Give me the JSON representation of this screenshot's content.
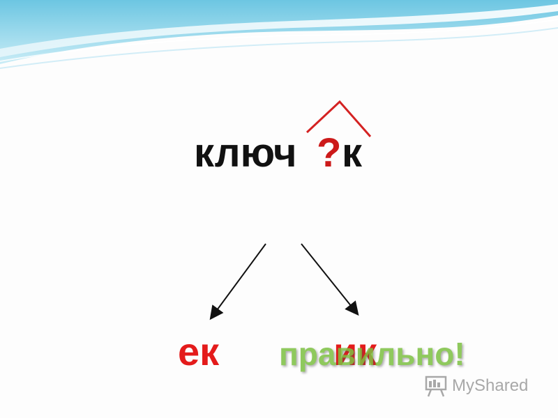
{
  "slide": {
    "word": {
      "stem": "ключ",
      "unknown": "?",
      "suffix": "к"
    },
    "options": {
      "left": "ек",
      "right": "ик"
    },
    "feedback": "правильно!",
    "watermark": {
      "text": "MyShared",
      "icon": "presentation-board-icon"
    },
    "colors": {
      "question": "#cc1a1a",
      "option": "#e41b1b",
      "feedback": "#7cc142",
      "header_wave": "#8fd3e8"
    }
  }
}
